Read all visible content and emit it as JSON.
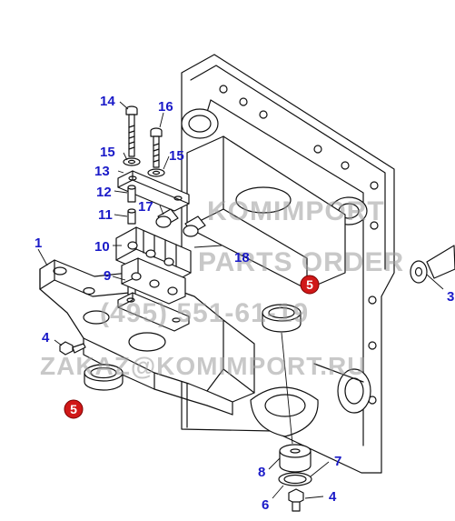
{
  "callouts": {
    "c1": "1",
    "c3": "3",
    "c4a": "4",
    "c4b": "4",
    "c5a": "5",
    "c5b": "5",
    "c6": "6",
    "c7": "7",
    "c8": "8",
    "c9": "9",
    "c10": "10",
    "c11": "11",
    "c12": "12",
    "c13": "13",
    "c14": "14",
    "c15a": "15",
    "c15b": "15",
    "c16": "16",
    "c17": "17",
    "c18": "18"
  },
  "watermark": {
    "line1": "KOMIMPORT",
    "line2": "PARTS ORDER",
    "line3": "(495) 551-61-19",
    "line4": "ZAKAZ@KOMIMPORT.RU"
  },
  "colors": {
    "callout": "#1a1ac8",
    "badge": "#d01818",
    "line": "#111111",
    "watermark": "#9a9a9a"
  }
}
